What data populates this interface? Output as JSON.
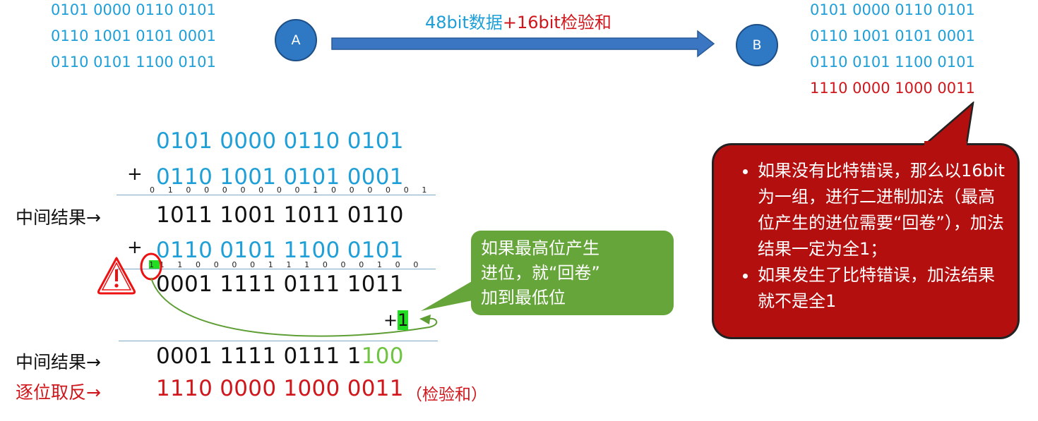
{
  "sender": {
    "node": "A",
    "data_lines": [
      "0101 0000 0110 0101",
      "0110 1001 0101 0001",
      "0110 0101 1100 0101"
    ]
  },
  "receiver": {
    "node": "B",
    "data_lines": [
      "0101 0000 0110 0101",
      "0110 1001 0101 0001",
      "0110 0101 1100 0101"
    ],
    "checksum_line": "1110 0000 1000 0011"
  },
  "transfer": {
    "data_part": "48bit数据",
    "plus": "+",
    "checksum_part": "16bit检验和"
  },
  "calc": {
    "row1": "0101 0000 0110 0101",
    "plus1": "+",
    "row2": "0110 1001 0101 0001",
    "carry1": "0 1 0 0 0 0 0 0 0 1 0 0 0 0 0 1",
    "label_intermediate": "中间结果→",
    "inter1": "1011 1001 1011 0110",
    "plus2": "+",
    "row3": "0110 0101 1100 0101",
    "carry2_first": "1",
    "carry2_rest": "1 1 0 0 0 0 1 1 1 0 0 0 1 0 0",
    "sum2": "0001 1111 0111 1011",
    "wrap_plus": "+",
    "wrap_one": "1",
    "label_intermediate2": "中间结果→",
    "inter2_prefix": "0001 1111 0111 1",
    "inter2_suffix": "100",
    "label_invert": "逐位取反→",
    "result": "1110 0000 1000 0011",
    "result_note": "（检验和）"
  },
  "callout_green": [
    "如果最高位产生",
    "进位，就“回卷”",
    "加到最低位"
  ],
  "callout_red": {
    "bullets": [
      "如果没有比特错误，那么以16bit为一组，进行二进制加法（最高位产生的进位需要“回卷”），加法结果一定为全1；",
      "如果发生了比特错误，加法结果就不是全1"
    ]
  },
  "warning_icon": "warning-triangle-icon",
  "colors": {
    "data": "#1e9fd8",
    "checksum": "#d0161b",
    "green_callout": "#66a53a",
    "red_callout": "#b40f0f",
    "arrow": "#3a76c2"
  }
}
